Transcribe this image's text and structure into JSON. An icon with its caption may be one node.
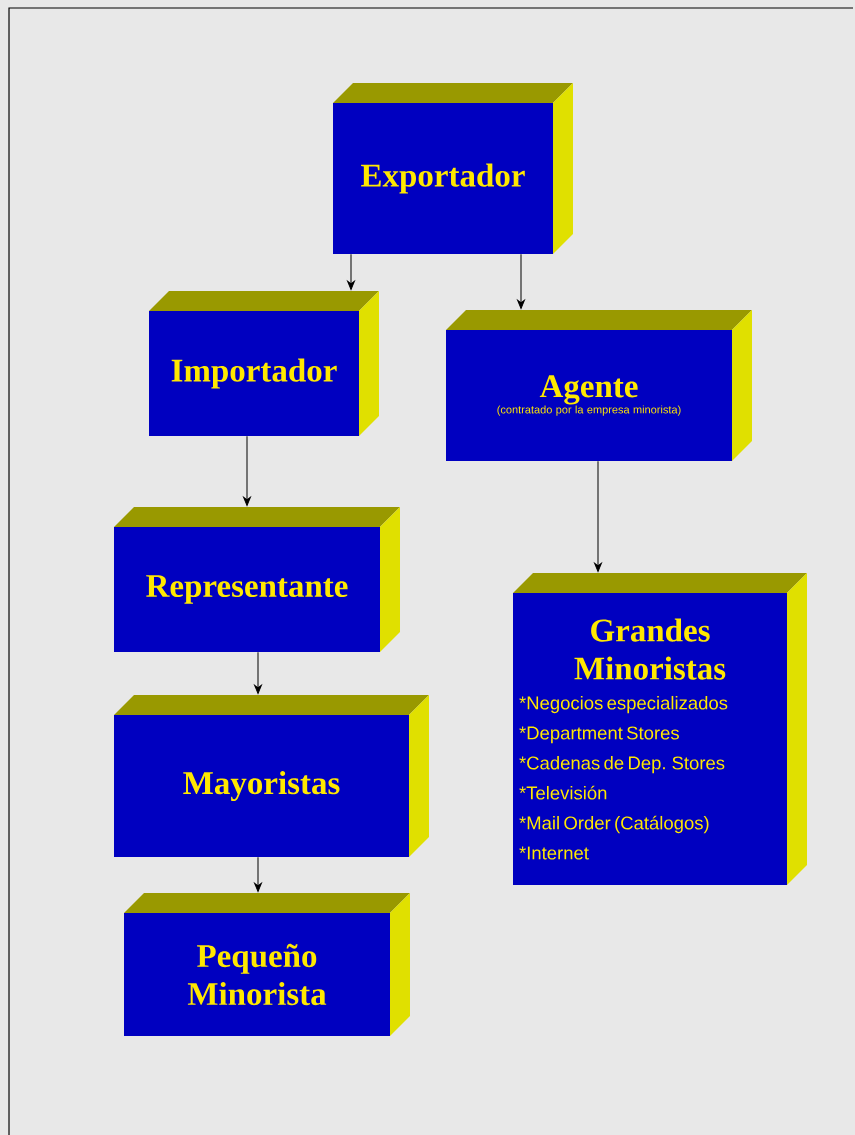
{
  "diagram": {
    "nodes": [
      {
        "text": [
          "Exportador"
        ]
      },
      {
        "text": [
          "Importador"
        ]
      },
      {
        "text": [
          "Agente",
          "(contratado por la empresa minorista)"
        ]
      },
      {
        "text": [
          "Representante"
        ]
      },
      {
        "text": [
          "Grandes Minoristas",
          "*Negocios especializados",
          "*Department Stores",
          "*Cadenas de Dep. Stores",
          "*Televisión",
          "*Mail Order (Catálogos)",
          "*Internet"
        ]
      },
      {
        "text": [
          "Mayoristas"
        ]
      },
      {
        "text": [
          "Pequeño Minorista"
        ]
      }
    ],
    "edges": [
      {
        "from": 0,
        "to": 1,
        "arrow": "to"
      },
      {
        "from": 0,
        "to": 2,
        "arrow": "to"
      },
      {
        "from": 1,
        "to": 3,
        "arrow": "to"
      },
      {
        "from": 3,
        "to": 5,
        "arrow": "to"
      },
      {
        "from": 5,
        "to": 6,
        "arrow": "to"
      },
      {
        "from": 2,
        "to": 4,
        "arrow": "to"
      }
    ]
  }
}
